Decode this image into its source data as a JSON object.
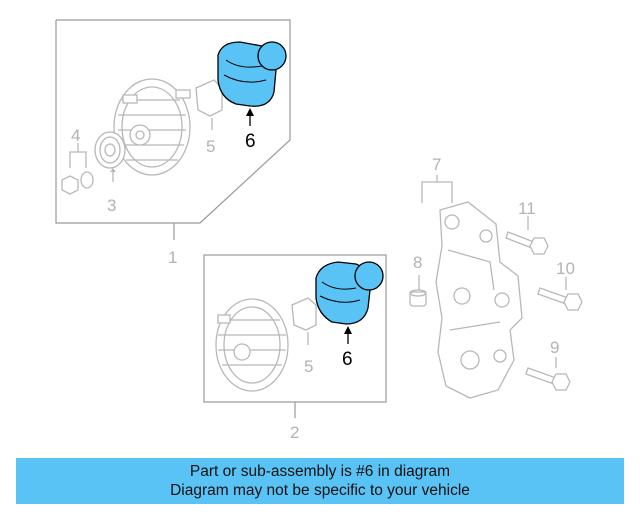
{
  "callouts": {
    "c1": "1",
    "c2": "2",
    "c3": "3",
    "c4": "4",
    "c5a": "5",
    "c5b": "5",
    "c6a": "6",
    "c6b": "6",
    "c7": "7",
    "c8": "8",
    "c9": "9",
    "c10": "10",
    "c11": "11"
  },
  "highlight_color": "#5ac3f5",
  "banner": {
    "line1": "Part or sub-assembly is #6 in diagram",
    "line2": "Diagram may not be specific to your vehicle"
  }
}
